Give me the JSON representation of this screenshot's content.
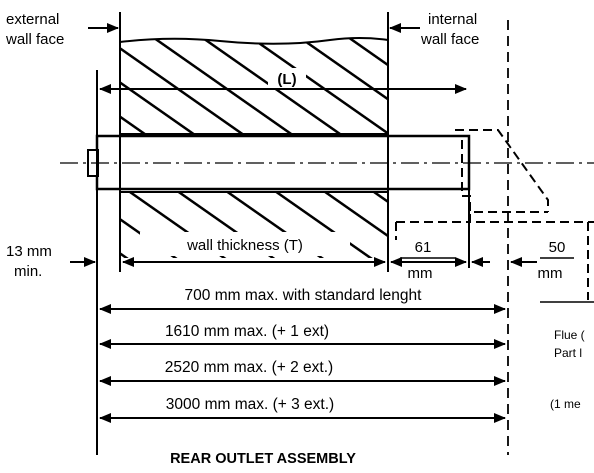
{
  "labels": {
    "external_wall_face_line1": "external",
    "external_wall_face_line2": "wall face",
    "internal_wall_face_line1": "internal",
    "internal_wall_face_line2": "wall face",
    "length_L": "(L)",
    "wall_thickness_T": "wall thickness (T)",
    "min_gap_line1": "13 mm",
    "min_gap_line2": "min.",
    "dim_61_value": "61",
    "dim_61_unit": "mm",
    "dim_50_value": "50",
    "dim_50_unit": "mm",
    "standard_length": "700 mm max. with standard lenght",
    "one_ext": "1610 mm max. (+ 1 ext)",
    "two_ext": "2520 mm max. (+ 2 ext.)",
    "three_ext": "3000 mm max. (+ 3 ext.)",
    "note_line1": "Flue (",
    "note_line2": "Part l",
    "note_line3": "(1 me",
    "assembly_title": "REAR OUTLET ASSEMBLY"
  }
}
